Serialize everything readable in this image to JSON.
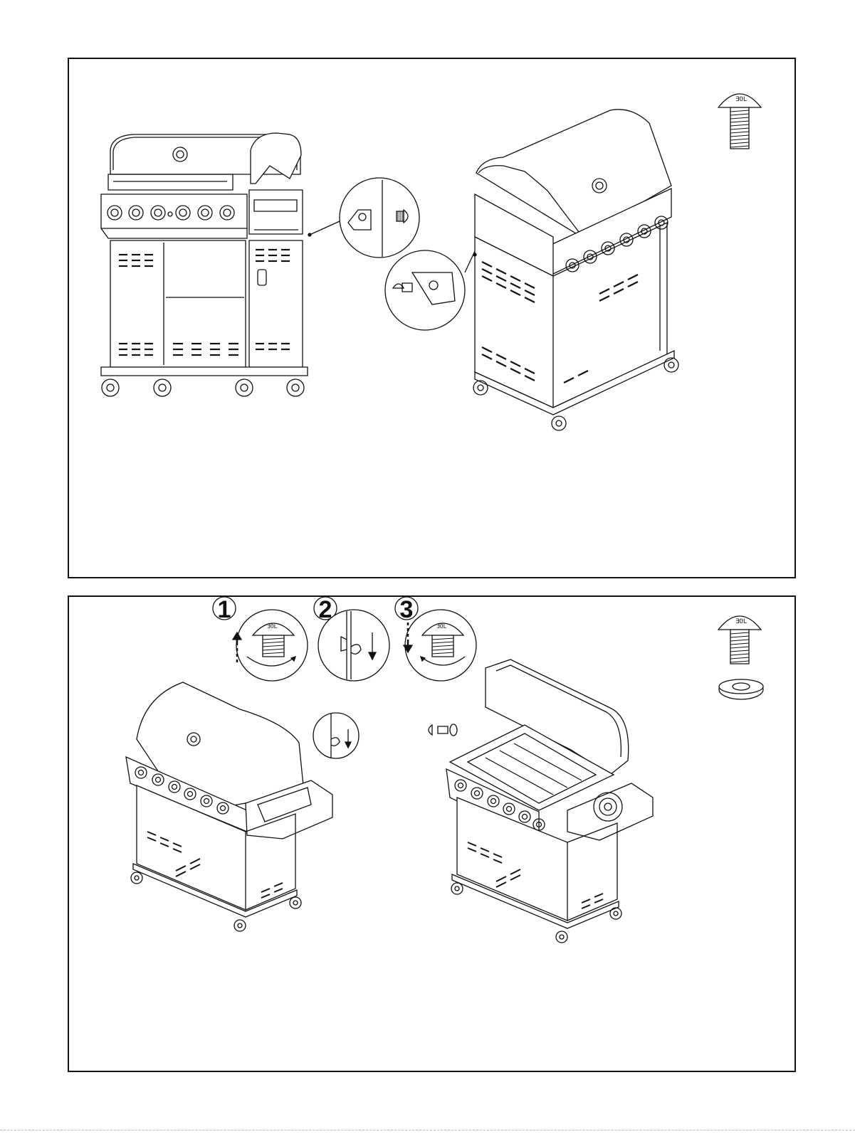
{
  "panels": [
    {
      "id": "top",
      "parts": [
        {
          "icon": "bolt-icon"
        }
      ],
      "callouts": 2
    },
    {
      "id": "bottom",
      "parts": [
        {
          "icon": "bolt-icon"
        },
        {
          "icon": "washer-icon"
        }
      ],
      "steps": [
        "1",
        "2",
        "3"
      ]
    }
  ],
  "colors": {
    "line": "#111111",
    "background": "#ffffff"
  }
}
